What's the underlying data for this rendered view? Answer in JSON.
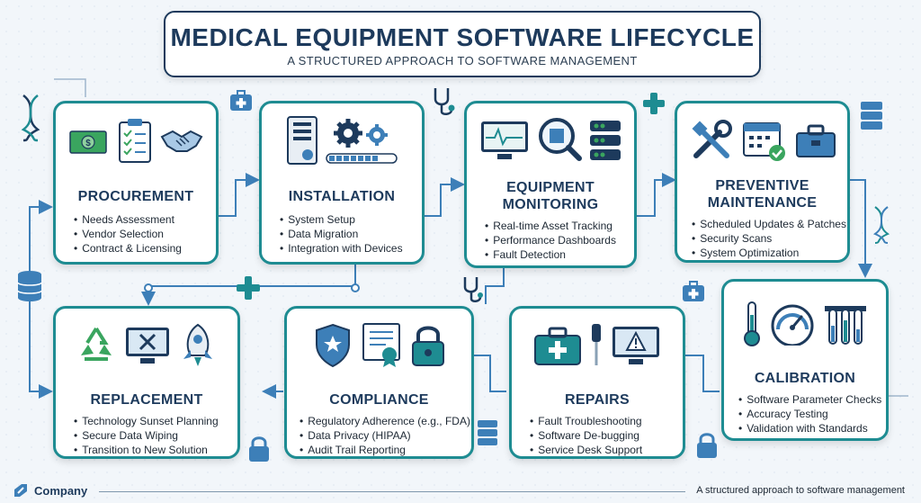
{
  "header": {
    "title": "MEDICAL EQUIPMENT SOFTWARE LIFECYCLE",
    "subtitle": "A STRUCTURED APPROACH TO SOFTWARE MANAGEMENT"
  },
  "cards": {
    "procurement": {
      "title": "PROCUREMENT",
      "items": [
        "Needs Assessment",
        "Vendor Selection",
        "Contract & Licensing"
      ]
    },
    "installation": {
      "title": "INSTALLATION",
      "items": [
        "System Setup",
        "Data Migration",
        "Integration with Devices"
      ]
    },
    "monitoring": {
      "title_line1": "EQUIPMENT",
      "title_line2": "MONITORING",
      "items": [
        "Real-time Asset Tracking",
        "Performance Dashboards",
        "Fault Detection"
      ]
    },
    "maintenance": {
      "title_line1": "PREVENTIVE",
      "title_line2": "MAINTENANCE",
      "items": [
        "Scheduled Updates & Patches",
        "Security Scans",
        "System Optimization"
      ]
    },
    "replacement": {
      "title": "REPLACEMENT",
      "items": [
        "Technology Sunset Planning",
        "Secure Data Wiping",
        "Transition to  New Solution"
      ]
    },
    "compliance": {
      "title": "COMPLIANCE",
      "items": [
        "Regulatory Adherence (e.g., FDA)",
        "Data Privacy (HIPAA)",
        "Audit Trail Reporting"
      ]
    },
    "repairs": {
      "title": "REPAIRS",
      "items": [
        "Fault Troubleshooting",
        "Software De-bugging",
        "Service Desk Support"
      ]
    },
    "calibration": {
      "title": "CALIBRATION",
      "items": [
        "Software Parameter Checks",
        "Accuracy Testing",
        "Validation with Standards"
      ]
    }
  },
  "footer": {
    "company": "Company",
    "tagline": "A structured approach to software management"
  },
  "colors": {
    "primary": "#1d3a5c",
    "accent": "#1e8c92",
    "connector": "#3d7fb8",
    "green": "#3aa55f"
  }
}
